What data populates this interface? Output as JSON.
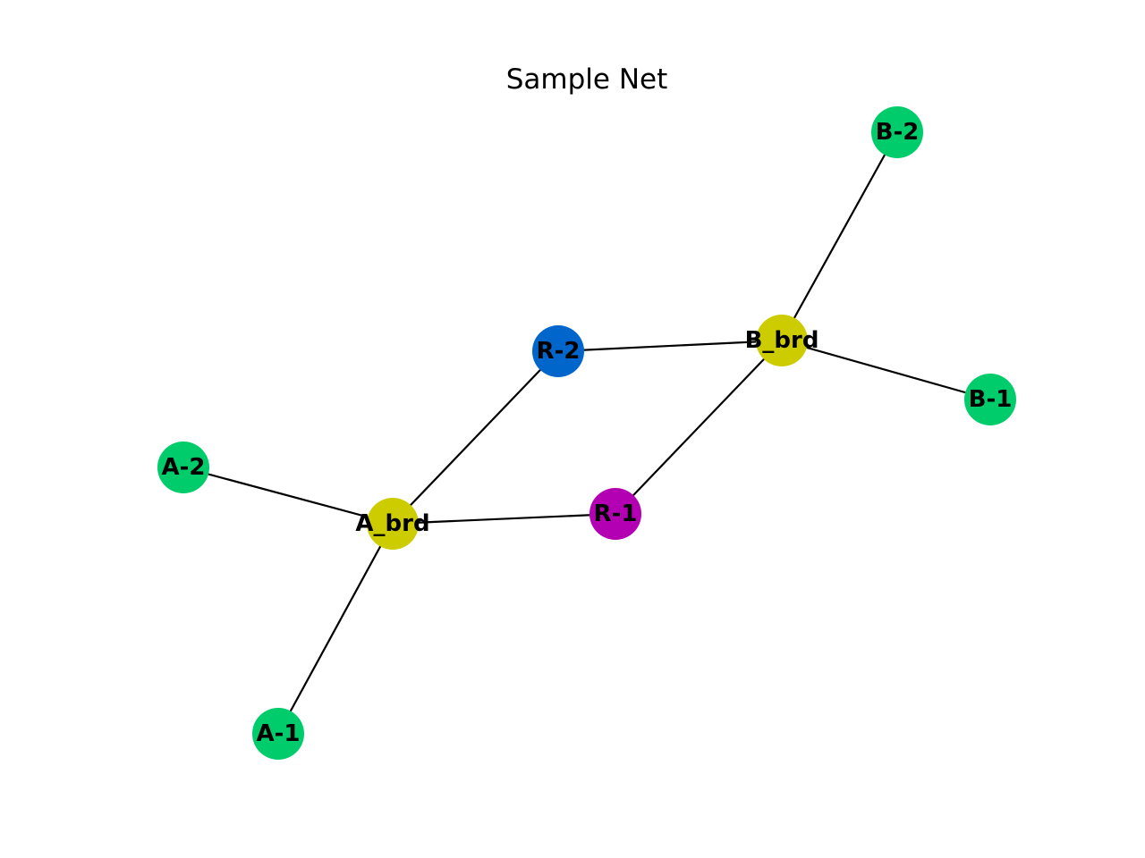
{
  "title": "Sample Net",
  "nodes": [
    {
      "id": "B-2",
      "label": "B-2",
      "color": "#00cc6b"
    },
    {
      "id": "B_brd",
      "label": "B_brd",
      "color": "#cccc00"
    },
    {
      "id": "B-1",
      "label": "B-1",
      "color": "#00cc6b"
    },
    {
      "id": "R-2",
      "label": "R-2",
      "color": "#0066cc"
    },
    {
      "id": "R-1",
      "label": "R-1",
      "color": "#b300b3"
    },
    {
      "id": "A_brd",
      "label": "A_brd",
      "color": "#cccc00"
    },
    {
      "id": "A-2",
      "label": "A-2",
      "color": "#00cc6b"
    },
    {
      "id": "A-1",
      "label": "A-1",
      "color": "#00cc6b"
    }
  ],
  "edges": [
    {
      "from": "B-2",
      "to": "B_brd"
    },
    {
      "from": "B_brd",
      "to": "B-1"
    },
    {
      "from": "R-2",
      "to": "B_brd"
    },
    {
      "from": "R-1",
      "to": "B_brd"
    },
    {
      "from": "A_brd",
      "to": "R-2"
    },
    {
      "from": "A_brd",
      "to": "R-1"
    },
    {
      "from": "A-2",
      "to": "A_brd"
    },
    {
      "from": "A-1",
      "to": "A_brd"
    }
  ]
}
